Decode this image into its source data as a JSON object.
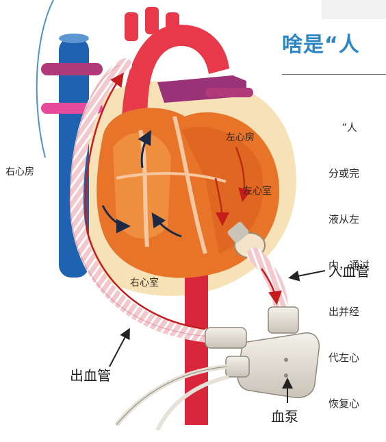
{
  "article": {
    "title": "啥是“人",
    "body_lines": [
      "    “人",
      "分或完",
      "液从左",
      "内，通过",
      "出并经",
      "代左心",
      "恢复心"
    ]
  },
  "diagram": {
    "labels": {
      "right_atrium": "右心房",
      "left_atrium": "左心房",
      "left_ventricle": "左心室",
      "right_ventricle": "右心室",
      "inflow_tube": "入血管",
      "outflow_tube": "出血管",
      "blood_pump": "血泵"
    },
    "colors": {
      "aorta_red": "#e8394a",
      "vena_cava_blue": "#1f63b0",
      "pulmonary_purple": "#b0397a",
      "heart_orange": "#e8742a",
      "heart_halo": "#f7e2b8",
      "tube_pink": "#f1b6bd",
      "title_blue": "#2d86c4"
    }
  }
}
